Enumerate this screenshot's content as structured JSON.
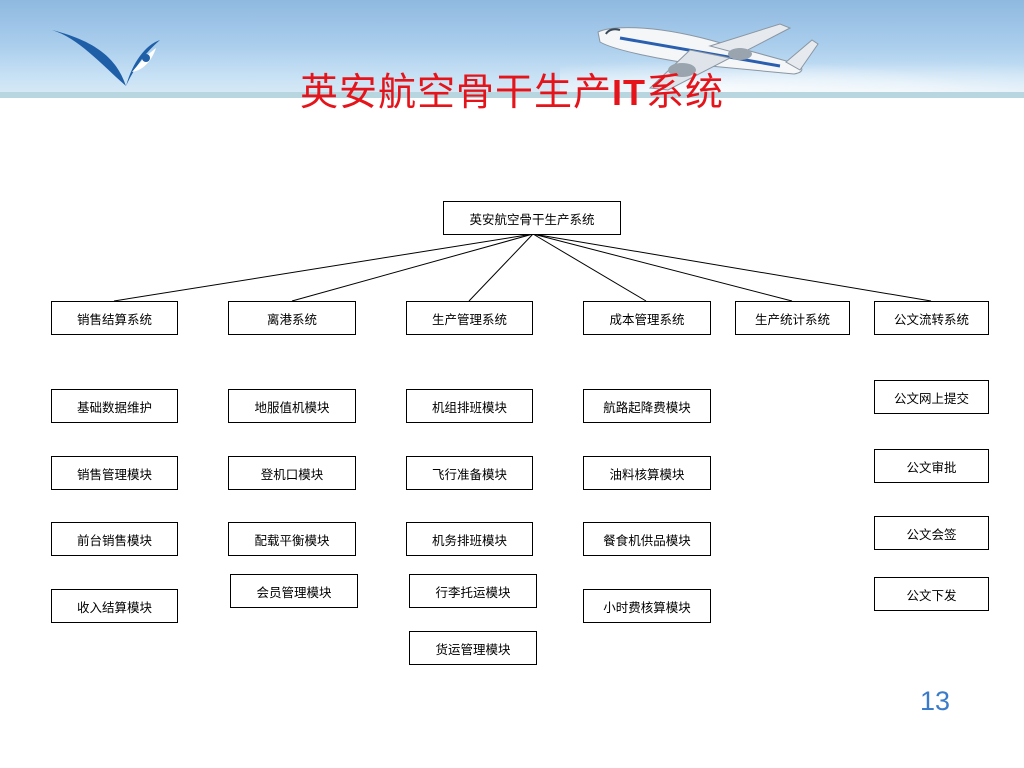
{
  "slide": {
    "title_prefix": "英安航空骨干生产",
    "title_latin": "IT",
    "title_suffix": "系统",
    "page_number": "13"
  },
  "diagram": {
    "root": "英安航空骨干生产系统",
    "systems": [
      {
        "label": "销售结算系统",
        "modules": [
          "基础数据维护",
          "销售管理模块",
          "前台销售模块",
          "收入结算模块"
        ]
      },
      {
        "label": "离港系统",
        "modules": [
          "地服值机模块",
          "登机口模块",
          "配载平衡模块",
          "会员管理模块"
        ]
      },
      {
        "label": "生产管理系统",
        "modules": [
          "机组排班模块",
          "飞行准备模块",
          "机务排班模块",
          "行李托运模块",
          "货运管理模块"
        ]
      },
      {
        "label": "成本管理系统",
        "modules": [
          "航路起降费模块",
          "油料核算模块",
          "餐食机供品模块",
          "小时费核算模块"
        ]
      },
      {
        "label": "生产统计系统",
        "modules": []
      },
      {
        "label": "公文流转系统",
        "modules": [
          "公文网上提交",
          "公文审批",
          "公文会签",
          "公文下发"
        ]
      }
    ]
  }
}
